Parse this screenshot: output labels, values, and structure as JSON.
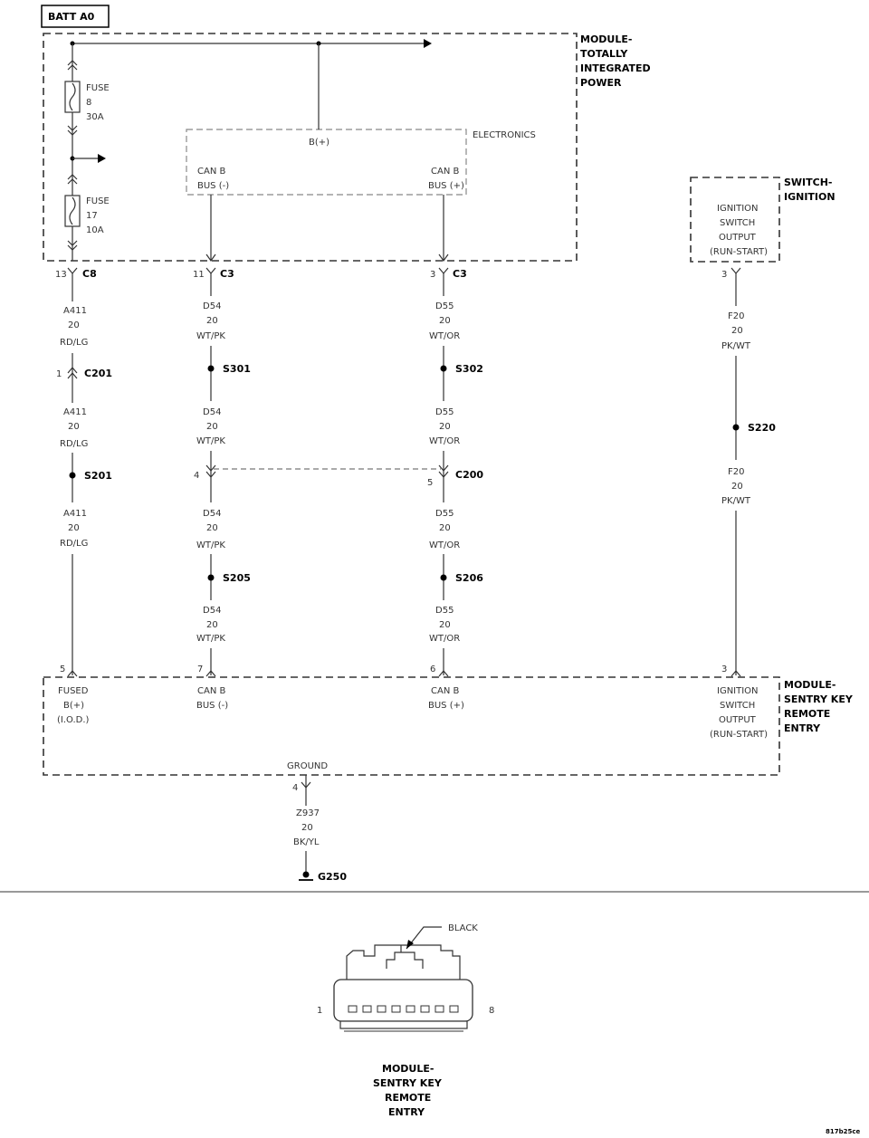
{
  "batt_label": "BATT A0",
  "modules": {
    "tip": [
      "MODULE-",
      "TOTALLY",
      "INTEGRATED",
      "POWER"
    ],
    "switch": [
      "SWITCH-",
      "IGNITION"
    ],
    "skre": [
      "MODULE-",
      "SENTRY KEY",
      "REMOTE",
      "ENTRY"
    ]
  },
  "electronics": "ELECTRONICS",
  "bplus": "B(+)",
  "fuse1": [
    "FUSE",
    "8",
    "30A"
  ],
  "fuse2": [
    "FUSE",
    "17",
    "10A"
  ],
  "canb_minus": [
    "CAN B",
    "BUS (-)"
  ],
  "canb_plus": [
    "CAN B",
    "BUS (+)"
  ],
  "ign_out": [
    "IGNITION",
    "SWITCH",
    "OUTPUT",
    "(RUN-START)"
  ],
  "fused_bplus": [
    "FUSED",
    "B(+)",
    "(I.O.D.)"
  ],
  "ground": "GROUND",
  "pins": {
    "c8": "13",
    "c3a": "11",
    "c3b": "3",
    "sw": "3",
    "c201": "1",
    "c200a": "4",
    "c200b": "5",
    "m5": "5",
    "m7": "7",
    "m6": "6",
    "m3": "3",
    "g4": "4"
  },
  "connectors": {
    "c8": "C8",
    "c3a": "C3",
    "c3b": "C3",
    "c201": "C201",
    "c200": "C200"
  },
  "splices": {
    "s301": "S301",
    "s302": "S302",
    "s201": "S201",
    "s205": "S205",
    "s206": "S206",
    "s220": "S220",
    "g250": "G250"
  },
  "wires": {
    "a411": [
      "A411",
      "20",
      "RD/LG"
    ],
    "d54": [
      "D54",
      "20",
      "WT/PK"
    ],
    "d55": [
      "D55",
      "20",
      "WT/OR"
    ],
    "f20": [
      "F20",
      "20",
      "PK/WT"
    ],
    "z937": [
      "Z937",
      "20",
      "BK/YL"
    ]
  },
  "black": "BLACK",
  "conn_pin_left": "1",
  "conn_pin_right": "8",
  "conn_title": [
    "MODULE-",
    "SENTRY KEY",
    "REMOTE",
    "ENTRY"
  ],
  "figure_id": "817b25ce"
}
